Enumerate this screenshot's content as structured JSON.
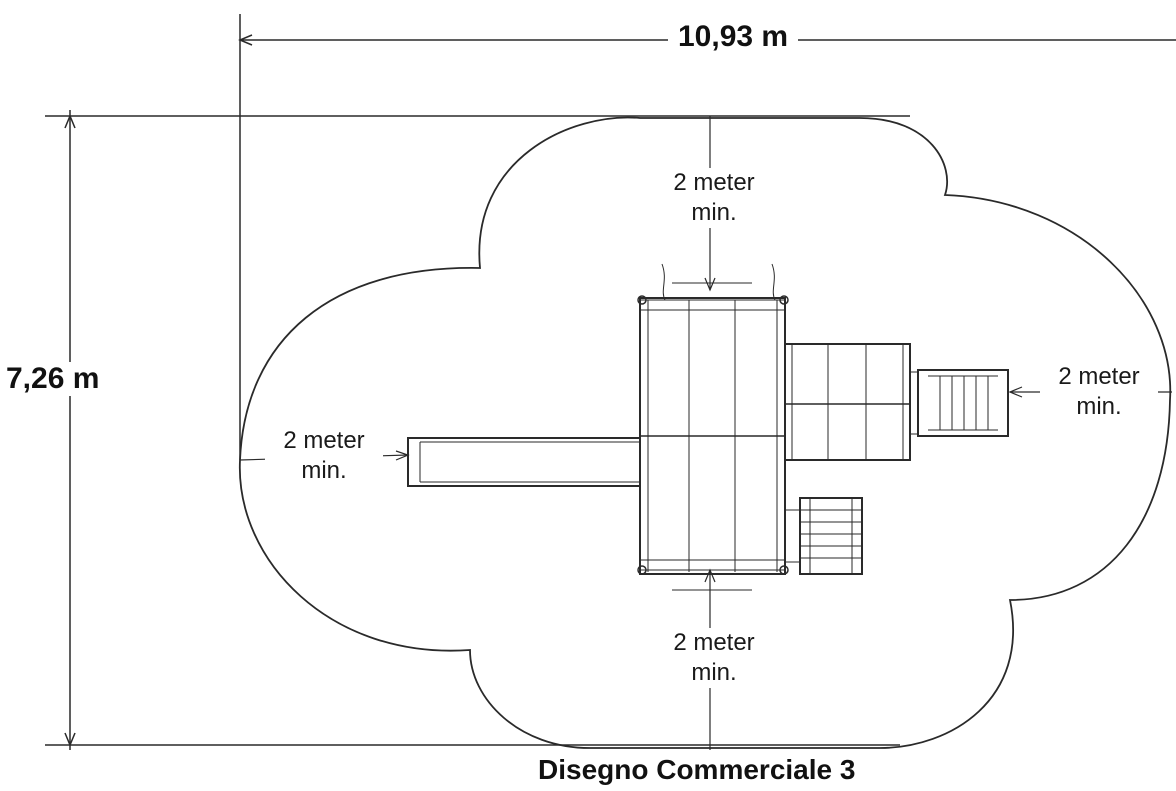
{
  "dimensions": {
    "width": "10,93 m",
    "height": "7,26 m"
  },
  "clearance": {
    "top": "2 meter\nmin.",
    "bottom": "2 meter\nmin.",
    "left": "2 meter\nmin.",
    "right": "2 meter\nmin."
  },
  "caption": "Disegno Commerciale 3"
}
